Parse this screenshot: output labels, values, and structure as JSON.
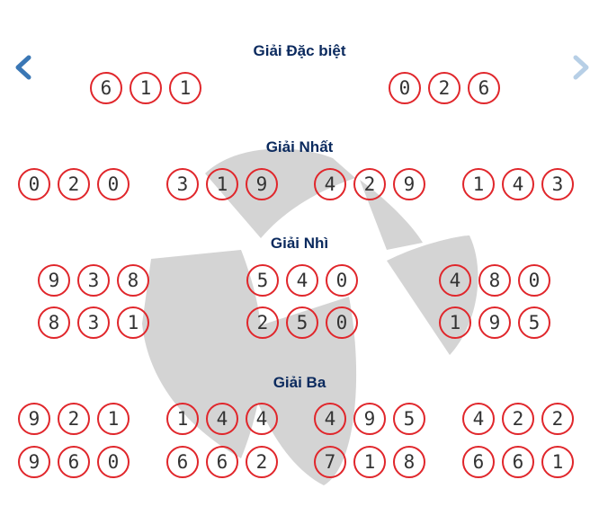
{
  "navigation": {
    "prev_icon": "chevron-left-icon",
    "next_icon": "chevron-right-icon",
    "prev_color": "#3a77b5",
    "next_color": "#b7cfe6"
  },
  "colors": {
    "ball_border": "#e0262b",
    "title": "#0b2a5e",
    "watermark": "#d4d4d4"
  },
  "prizes": [
    {
      "title": "Giải Đặc biệt",
      "groups": [
        [
          "6",
          "1",
          "1"
        ],
        [
          "0",
          "2",
          "6"
        ]
      ]
    },
    {
      "title": "Giải Nhất",
      "groups": [
        [
          "0",
          "2",
          "0"
        ],
        [
          "3",
          "1",
          "9"
        ],
        [
          "4",
          "2",
          "9"
        ],
        [
          "1",
          "4",
          "3"
        ]
      ]
    },
    {
      "title": "Giải Nhì",
      "groups": [
        [
          "9",
          "3",
          "8"
        ],
        [
          "5",
          "4",
          "0"
        ],
        [
          "4",
          "8",
          "0"
        ],
        [
          "8",
          "3",
          "1"
        ],
        [
          "2",
          "5",
          "0"
        ],
        [
          "1",
          "9",
          "5"
        ]
      ]
    },
    {
      "title": "Giải Ba",
      "groups": [
        [
          "9",
          "2",
          "1"
        ],
        [
          "1",
          "4",
          "4"
        ],
        [
          "4",
          "9",
          "5"
        ],
        [
          "4",
          "2",
          "2"
        ],
        [
          "9",
          "6",
          "0"
        ],
        [
          "6",
          "6",
          "2"
        ],
        [
          "7",
          "1",
          "8"
        ],
        [
          "6",
          "6",
          "1"
        ]
      ]
    }
  ]
}
